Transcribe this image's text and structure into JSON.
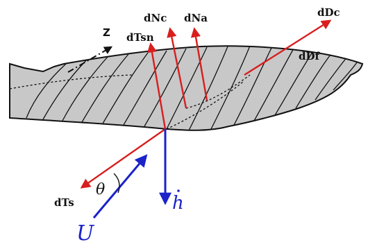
{
  "labels": {
    "z": "Z",
    "dNc": "dNc",
    "dNa": "dNa",
    "dTsn": "dTsn",
    "dDc": "dDc",
    "dDf": "dDf",
    "dTs": "dTs",
    "theta": "θ",
    "U": "U",
    "hdot": "h"
  },
  "colors": {
    "force_arrow": "#d81e1e",
    "velocity_arrow": "#1a22c8",
    "wing_fill": "#c8c8c8",
    "wing_outline": "#111111",
    "axis": "#111111"
  }
}
